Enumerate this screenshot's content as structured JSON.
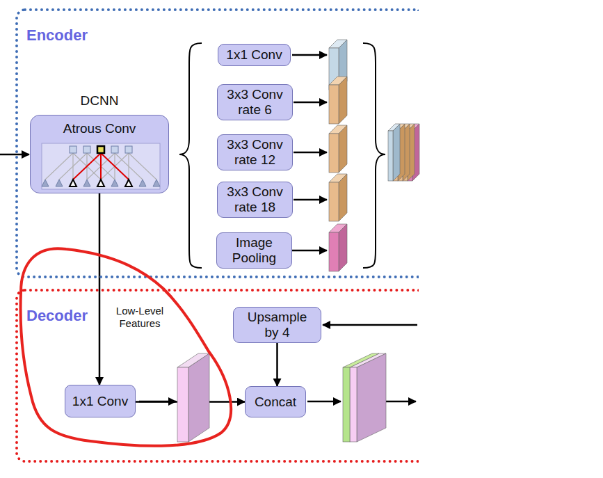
{
  "diagram": {
    "nodes": [
      {
        "text": [
          "Encoder"
        ]
      },
      {
        "text": [
          "DCNN",
          "Atrous Conv"
        ],
        "in": 0
      },
      {
        "text": [
          "1x1 Conv"
        ],
        "in": 0
      },
      {
        "text": [
          "3x3 Conv rate 6"
        ],
        "in": 0
      },
      {
        "text": [
          "3x3 Conv rate 12"
        ],
        "in": 0
      },
      {
        "text": [
          "3x3 Conv rate 18"
        ],
        "in": 0
      },
      {
        "text": [
          "Image Pooling"
        ],
        "in": 0
      },
      {
        "text": [
          "Decoder"
        ]
      },
      {
        "text": [
          "Upsample by 4"
        ],
        "in": 7
      },
      {
        "text": [
          "1x1 Conv"
        ],
        "in": 7
      },
      {
        "text": [
          "Concat"
        ],
        "in": 7
      }
    ],
    "edges": [
      {
        "from": 1,
        "to": 9,
        "arrow": "to",
        "label": "Low-Level Features"
      },
      {
        "from": 8,
        "to": 10,
        "arrow": "to"
      },
      {
        "from": 9,
        "to": 10,
        "arrow": "to"
      }
    ]
  }
}
